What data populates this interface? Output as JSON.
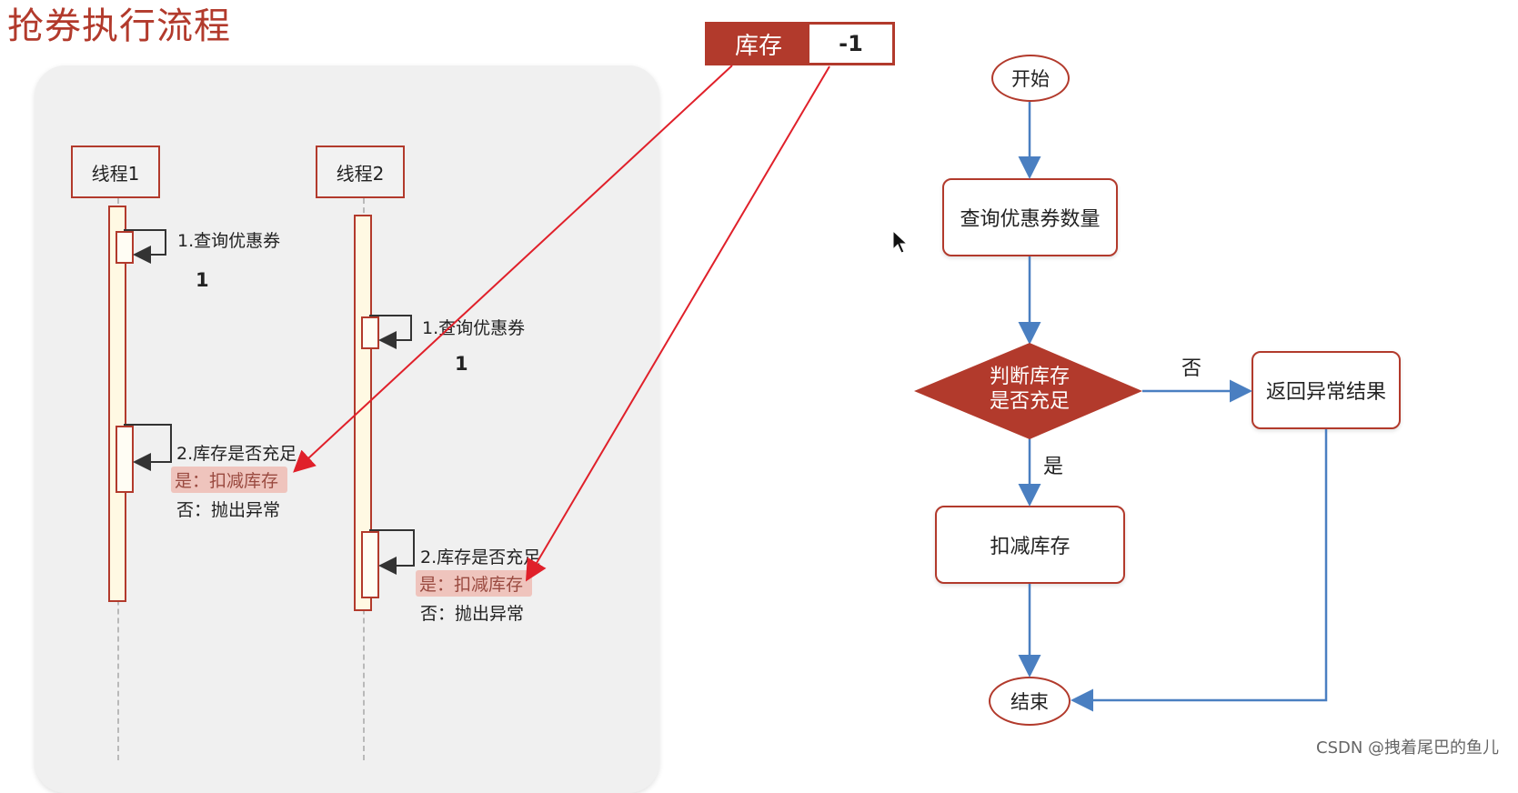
{
  "title": "抢券执行流程",
  "sequence": {
    "thread1": {
      "label": "线程1",
      "step1": "1.查询优惠券",
      "count": "1",
      "step2": "2.库存是否充足",
      "yes": "是：扣减库存",
      "no": "否：抛出异常"
    },
    "thread2": {
      "label": "线程2",
      "step1": "1.查询优惠券",
      "count": "1",
      "step2": "2.库存是否充足",
      "yes": "是：扣减库存",
      "no": "否：抛出异常"
    }
  },
  "stock": {
    "label": "库存",
    "value": "-1"
  },
  "flowchart": {
    "start": "开始",
    "query": "查询优惠券数量",
    "decision_line1": "判断库存",
    "decision_line2": "是否充足",
    "no_label": "否",
    "yes_label": "是",
    "error": "返回异常结果",
    "deduct": "扣减库存",
    "end": "结束"
  },
  "colors": {
    "accent": "#b23a2c",
    "flow_arrow": "#4a7fc1",
    "pointer_arrow": "#e0202a"
  },
  "watermark": "CSDN @拽着尾巴的鱼儿"
}
